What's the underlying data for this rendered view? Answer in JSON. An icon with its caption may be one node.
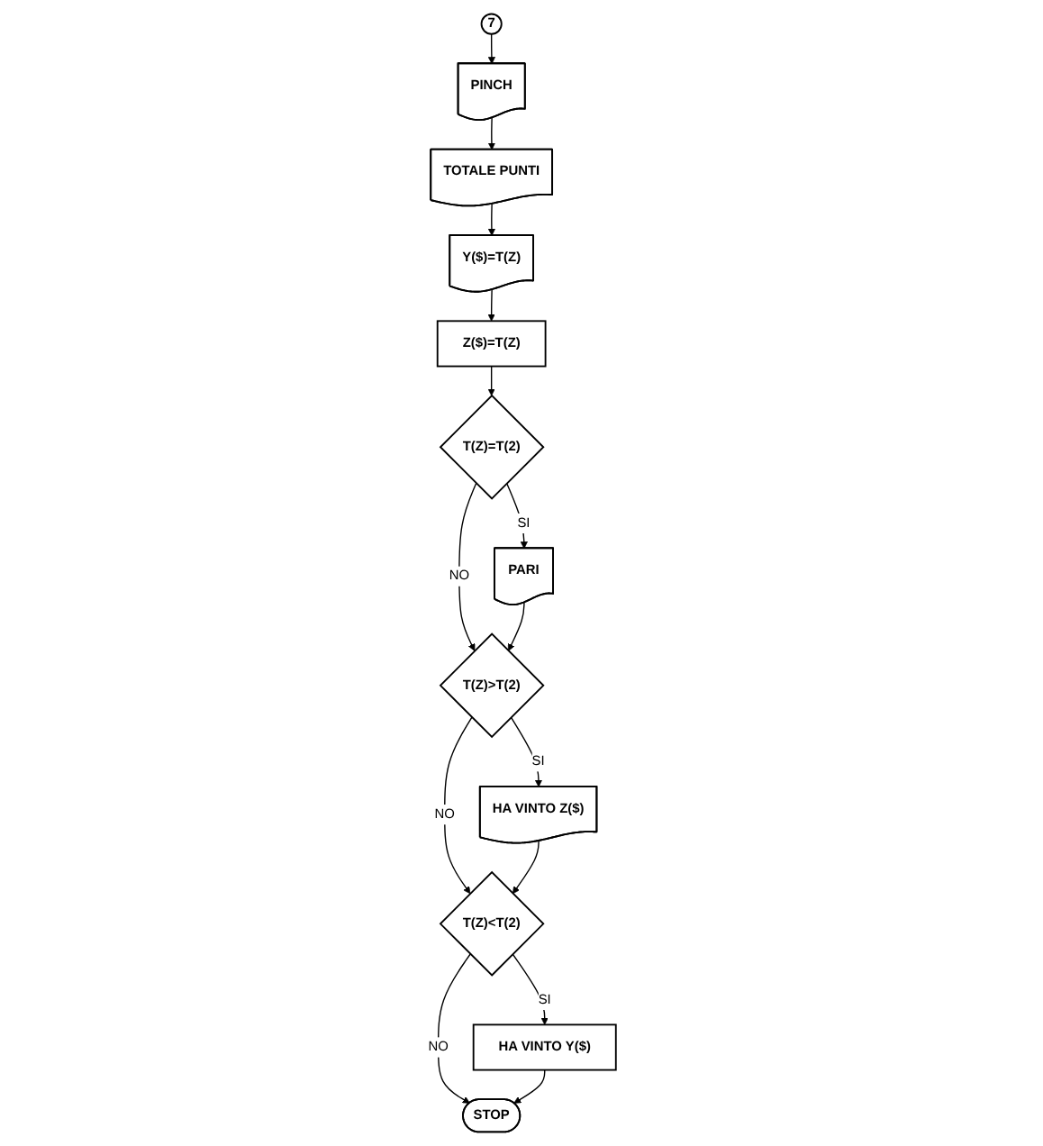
{
  "diagram": {
    "nodes": [
      {
        "text": [
          "7"
        ]
      },
      {
        "text": [
          "PINCH"
        ]
      },
      {
        "text": [
          "TOTALE PUNTI"
        ]
      },
      {
        "text": [
          "Y($)=T(Z)"
        ]
      },
      {
        "text": [
          "Z($)=T(Z)"
        ]
      },
      {
        "text": [
          "T(Z)=T(2)"
        ]
      },
      {
        "text": [
          "PARI"
        ]
      },
      {
        "text": [
          "T(Z)>T(2)"
        ]
      },
      {
        "text": [
          "HA VINTO Z($)"
        ]
      },
      {
        "text": [
          "T(Z)<T(2)"
        ]
      },
      {
        "text": [
          "HA VINTO Y($)"
        ]
      },
      {
        "text": [
          "STOP"
        ]
      }
    ],
    "edges": [
      {
        "from": 0,
        "to": 1,
        "arrow": "to"
      },
      {
        "from": 1,
        "to": 2,
        "arrow": "to"
      },
      {
        "from": 2,
        "to": 3,
        "arrow": "to"
      },
      {
        "from": 3,
        "to": 4,
        "arrow": "to"
      },
      {
        "from": 4,
        "to": 5,
        "arrow": "to"
      },
      {
        "from": 5,
        "to": 7,
        "arrow": "to",
        "label": "NO"
      },
      {
        "from": 5,
        "to": 6,
        "arrow": "to",
        "label": "SI"
      },
      {
        "from": 6,
        "to": 7,
        "arrow": "to"
      },
      {
        "from": 7,
        "to": 9,
        "arrow": "to",
        "label": "NO"
      },
      {
        "from": 7,
        "to": 8,
        "arrow": "to",
        "label": "SI"
      },
      {
        "from": 8,
        "to": 9,
        "arrow": "to"
      },
      {
        "from": 9,
        "to": 11,
        "arrow": "to",
        "label": "NO"
      },
      {
        "from": 9,
        "to": 10,
        "arrow": "to",
        "label": "SI"
      },
      {
        "from": 10,
        "to": 11,
        "arrow": "to"
      }
    ]
  }
}
